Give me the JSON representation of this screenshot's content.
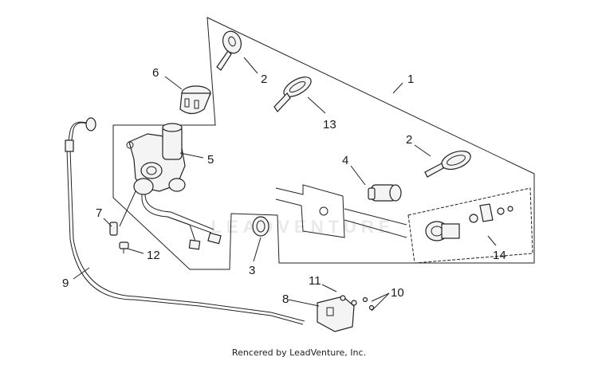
{
  "callouts": {
    "c1": "1",
    "c2a": "2",
    "c2b": "2",
    "c3": "3",
    "c4": "4",
    "c5": "5",
    "c6": "6",
    "c7": "7",
    "c8": "8",
    "c9": "9",
    "c10": "10",
    "c11": "11",
    "c12": "12",
    "c13": "13",
    "c14": "14"
  },
  "watermark": "LEADVENTURE",
  "footer": "Rencered by LeadVenture, Inc."
}
